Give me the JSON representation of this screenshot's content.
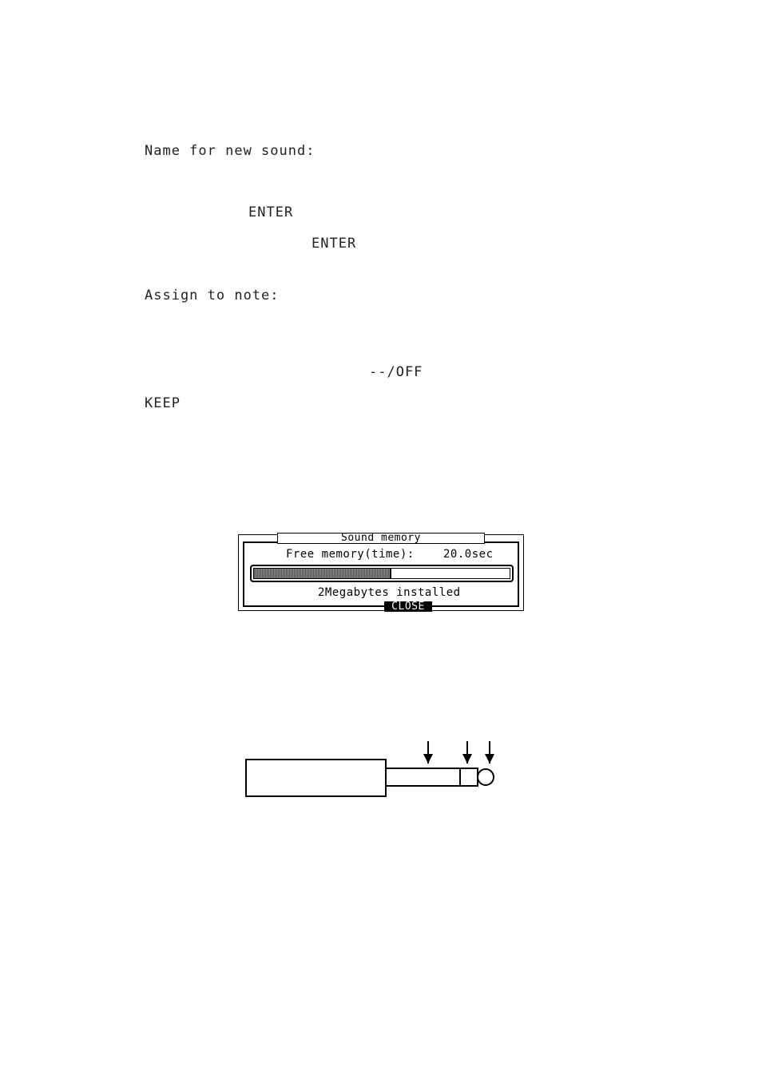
{
  "labels": {
    "name_for_new_sound": "Name for new sound:",
    "enter_1": "ENTER",
    "enter_2": "ENTER",
    "assign_to_note": "Assign to note:",
    "off_option": "--/OFF",
    "keep": "KEEP"
  },
  "sound_memory": {
    "title": "Sound memory",
    "free_memory_label": "Free memory(time):",
    "free_memory_value": "20.0sec",
    "used_fraction": 0.53,
    "installed_text": "2Megabytes installed",
    "close_label": "CLOSE"
  }
}
